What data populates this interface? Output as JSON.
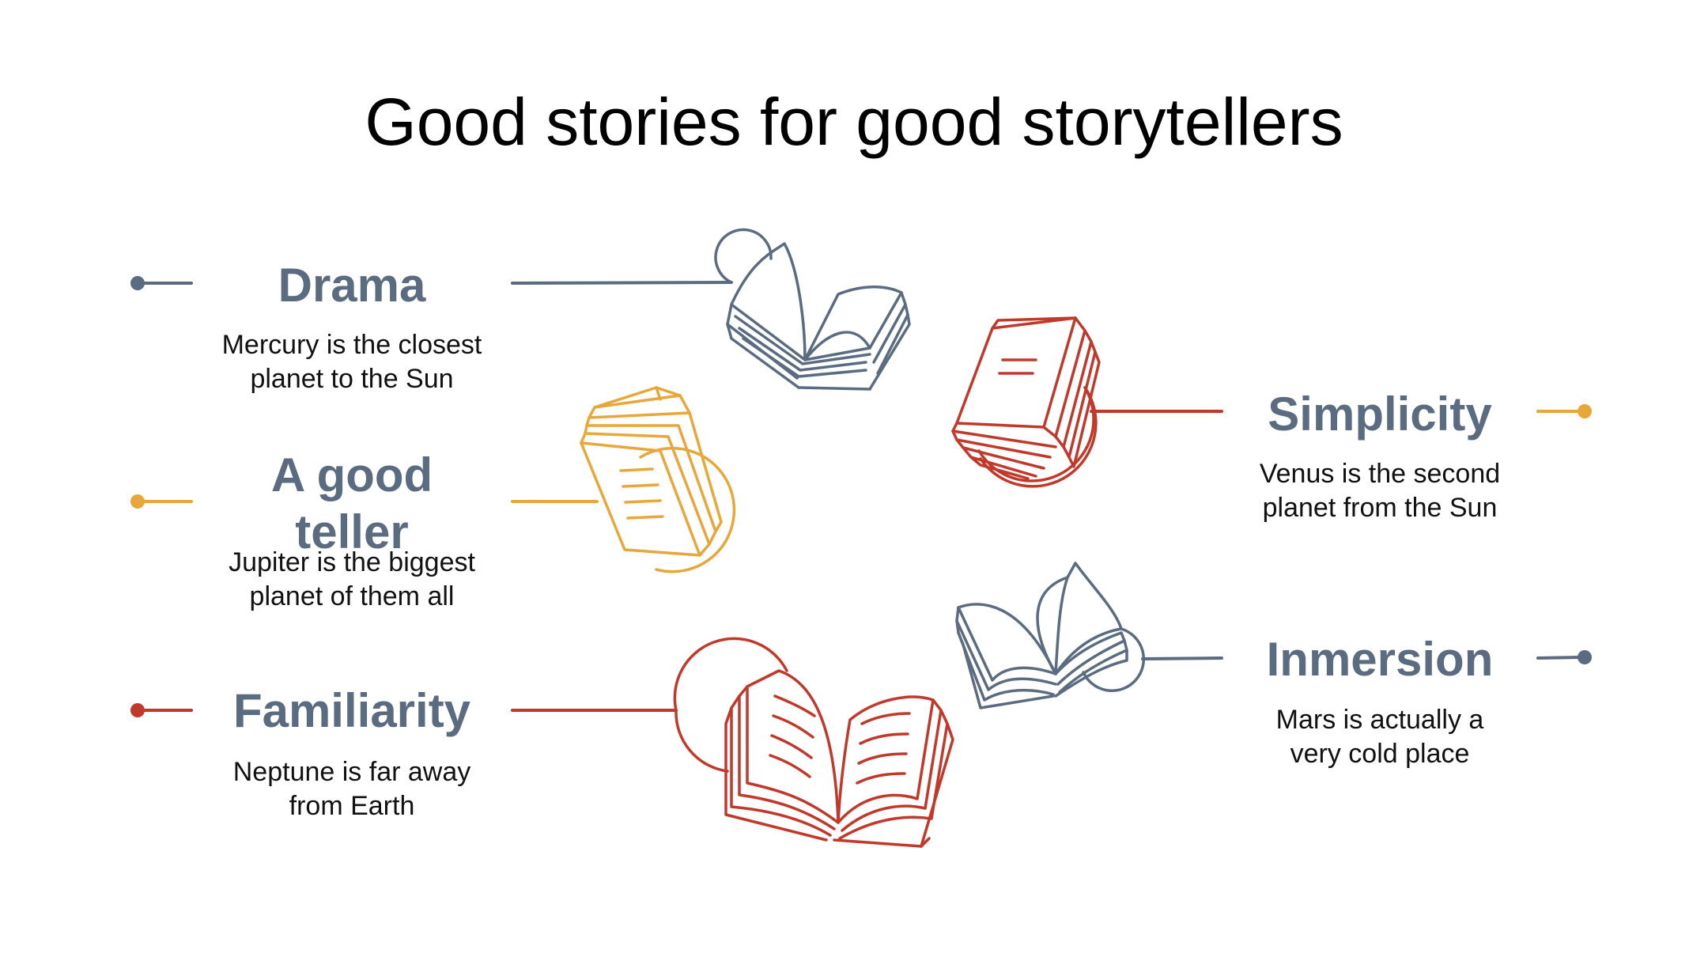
{
  "title": "Good stories for good storytellers",
  "colors": {
    "slate": "#5b6b80",
    "yellow": "#e8a73a",
    "red": "#c0392b"
  },
  "items": [
    {
      "title": "Drama",
      "desc": [
        "Mercury is the closest",
        "planet to the Sun"
      ],
      "color": "slate",
      "icon": "open-book-icon"
    },
    {
      "title": "A good teller",
      "title_lines": [
        "A good",
        "teller"
      ],
      "desc": [
        "Jupiter is the biggest",
        "planet of them all"
      ],
      "color": "yellow",
      "icon": "closed-book-icon"
    },
    {
      "title": "Familiarity",
      "desc": [
        "Neptune is far away",
        "from Earth"
      ],
      "color": "red",
      "icon": "open-book-icon"
    },
    {
      "title": "Simplicity",
      "desc": [
        "Venus is the second",
        "planet from the Sun"
      ],
      "color": "red",
      "dot_color": "yellow",
      "icon": "closed-book-icon"
    },
    {
      "title": "Inmersion",
      "desc": [
        "Mars is actually a",
        "very cold place"
      ],
      "color": "slate",
      "icon": "open-book-icon"
    }
  ]
}
